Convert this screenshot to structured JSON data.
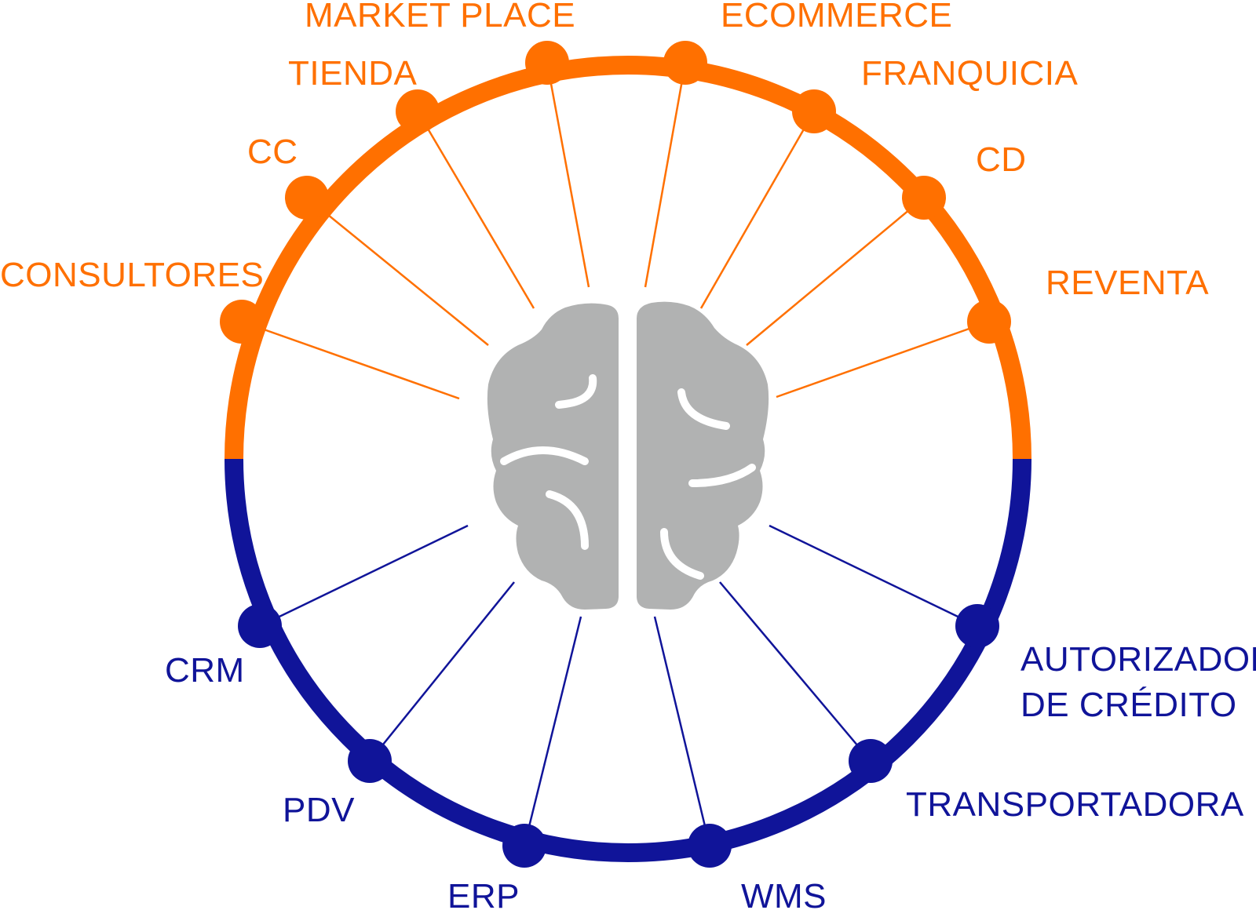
{
  "colors": {
    "orange": "#FF7000",
    "navy": "#101499",
    "brain": "#B1B2B2",
    "brain_lines": "#FFFFFF"
  },
  "center": {
    "icon": "brain-icon"
  },
  "nodes_top": [
    {
      "id": "consultores",
      "lines": [
        "CONSULTORES"
      ]
    },
    {
      "id": "cc",
      "lines": [
        "CC"
      ]
    },
    {
      "id": "tienda",
      "lines": [
        "TIENDA"
      ]
    },
    {
      "id": "market-place",
      "lines": [
        "MARKET PLACE"
      ]
    },
    {
      "id": "ecommerce",
      "lines": [
        "ECOMMERCE"
      ]
    },
    {
      "id": "franquicia",
      "lines": [
        "FRANQUICIA"
      ]
    },
    {
      "id": "cd",
      "lines": [
        "CD"
      ]
    },
    {
      "id": "reventa",
      "lines": [
        "REVENTA"
      ]
    }
  ],
  "nodes_bottom": [
    {
      "id": "crm",
      "lines": [
        "CRM"
      ]
    },
    {
      "id": "pdv",
      "lines": [
        "PDV"
      ]
    },
    {
      "id": "erp",
      "lines": [
        "ERP"
      ]
    },
    {
      "id": "wms",
      "lines": [
        "WMS"
      ]
    },
    {
      "id": "transportadora",
      "lines": [
        "TRANSPORTADORA"
      ]
    },
    {
      "id": "autorizadora",
      "lines": [
        "AUTORIZADORA",
        "DE CRÉDITO"
      ]
    }
  ]
}
